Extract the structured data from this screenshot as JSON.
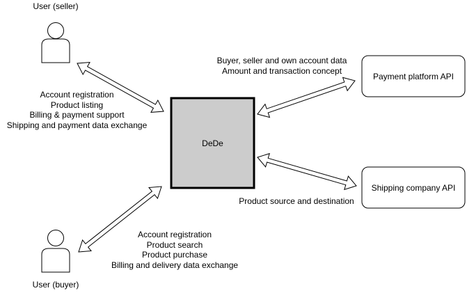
{
  "actors": {
    "seller": {
      "label": "User (seller)"
    },
    "buyer": {
      "label": "User (buyer)"
    }
  },
  "central": {
    "label": "DeDe",
    "fill": "#cccccc"
  },
  "services": {
    "payment": {
      "label": "Payment platform API"
    },
    "shipping": {
      "label": "Shipping company API"
    }
  },
  "flows": {
    "seller": [
      "Account registration",
      "Product listing",
      "Billing & payment support",
      "Shipping and payment data exchange"
    ],
    "buyer": [
      "Account registration",
      "Product search",
      "Product purchase",
      "Billing and delivery data exchange"
    ],
    "payment": [
      "Buyer, seller and own account data",
      "Amount and transaction concept"
    ],
    "shipping": [
      "Product source and destination"
    ]
  }
}
